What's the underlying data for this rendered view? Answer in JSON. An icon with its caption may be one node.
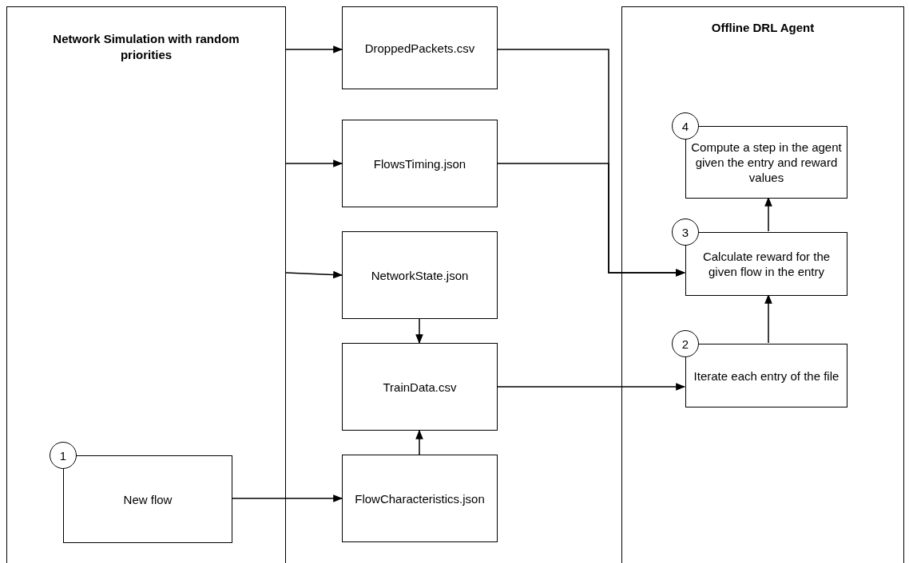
{
  "diagram": {
    "nodes": [
      {
        "text": [
          "Network Simulation with random priorities"
        ]
      },
      {
        "text": [
          "Offline DRL Agent"
        ]
      },
      {
        "text": [
          "DroppedPackets.csv"
        ]
      },
      {
        "text": [
          "FlowsTiming.json"
        ]
      },
      {
        "text": [
          "NetworkState.json"
        ]
      },
      {
        "text": [
          "TrainData.csv"
        ]
      },
      {
        "text": [
          "FlowCharacteristics.json"
        ]
      },
      {
        "text": [
          "1"
        ],
        "in": 0
      },
      {
        "text": [
          "New flow"
        ],
        "in": 0
      },
      {
        "text": [
          "4"
        ],
        "in": 1
      },
      {
        "text": [
          "Compute a step in the agent given the entry and reward values"
        ],
        "in": 1
      },
      {
        "text": [
          "3"
        ],
        "in": 1
      },
      {
        "text": [
          "Calculate reward for the given flow in the entry"
        ],
        "in": 1
      },
      {
        "text": [
          "2"
        ],
        "in": 1
      },
      {
        "text": [
          "Iterate each entry of the file"
        ],
        "in": 1
      }
    ],
    "edges": [
      {
        "from": 0,
        "to": 2,
        "arrow": "to"
      },
      {
        "from": 0,
        "to": 3,
        "arrow": "to"
      },
      {
        "from": 0,
        "to": 4,
        "arrow": "to"
      },
      {
        "from": 4,
        "to": 5,
        "arrow": "to"
      },
      {
        "from": 6,
        "to": 5,
        "arrow": "to"
      },
      {
        "from": 8,
        "to": 6,
        "arrow": "to"
      },
      {
        "from": 2,
        "to": 12,
        "arrow": "to"
      },
      {
        "from": 3,
        "to": 12,
        "arrow": "to"
      },
      {
        "from": 5,
        "to": 14,
        "arrow": "to"
      },
      {
        "from": 14,
        "to": 12,
        "arrow": "to"
      },
      {
        "from": 12,
        "to": 10,
        "arrow": "to"
      }
    ]
  }
}
